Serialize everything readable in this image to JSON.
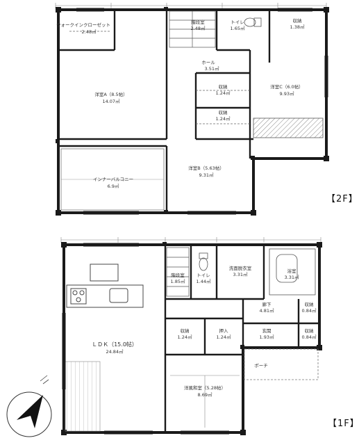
{
  "floors": {
    "second": {
      "tag": "【2F】"
    },
    "first": {
      "tag": "【1F】"
    }
  },
  "rooms2f": {
    "wic": {
      "name": "ウォークインクローゼット",
      "area": "2.48㎡"
    },
    "stairs": {
      "name": "階段室",
      "area": "2.48㎡"
    },
    "toilet": {
      "name": "トイレ",
      "area": "1.65㎡"
    },
    "storage_t": {
      "name": "収納",
      "area": "1.38㎡"
    },
    "hall": {
      "name": "ホール",
      "area": "3.51㎡"
    },
    "roomA": {
      "name": "洋室A（8.5帖）",
      "area": "14.07㎡"
    },
    "roomC": {
      "name": "洋室C（6.0帖）",
      "area": "9.93㎡"
    },
    "closet1": {
      "name": "収納",
      "area": "1.24㎡"
    },
    "closet2": {
      "name": "収納",
      "area": "1.24㎡"
    },
    "roomB": {
      "name": "洋室B（5.63帖）",
      "area": "9.31㎡"
    },
    "balcony": {
      "name": "インナーバルコニー",
      "area": "6.9㎡"
    }
  },
  "rooms1f": {
    "stair": {
      "name": "階段室",
      "area": "1.85㎡"
    },
    "toilet": {
      "name": "トイレ",
      "area": "1.44㎡"
    },
    "washroom": {
      "name": "洗面脱衣室",
      "area": "3.31㎡"
    },
    "bath": {
      "name": "浴室",
      "area": "3.31㎡"
    },
    "corridor": {
      "name": "廊下",
      "area": "4.81㎡"
    },
    "storage_a": {
      "name": "収納",
      "area": "0.84㎡"
    },
    "storage_b": {
      "name": "収納",
      "area": "0.84㎡"
    },
    "closet_l": {
      "name": "収納",
      "area": "1.24㎡"
    },
    "oshiire": {
      "name": "押入",
      "area": "1.24㎡"
    },
    "entrance": {
      "name": "玄関",
      "area": "1.93㎡"
    },
    "ldk": {
      "name": "ＬＤＫ（15.0帖）",
      "area": "24.84㎡"
    },
    "washitsu": {
      "name": "洋風和室（5.28帖）",
      "area": "8.69㎡"
    },
    "porch": {
      "name": "ポーチ",
      "area": ""
    }
  },
  "colors": {
    "wall": "#1a1a1a",
    "line": "#555555",
    "hatch": "#777777"
  },
  "icons": [
    "compass-icon",
    "north-arrow-icon"
  ]
}
